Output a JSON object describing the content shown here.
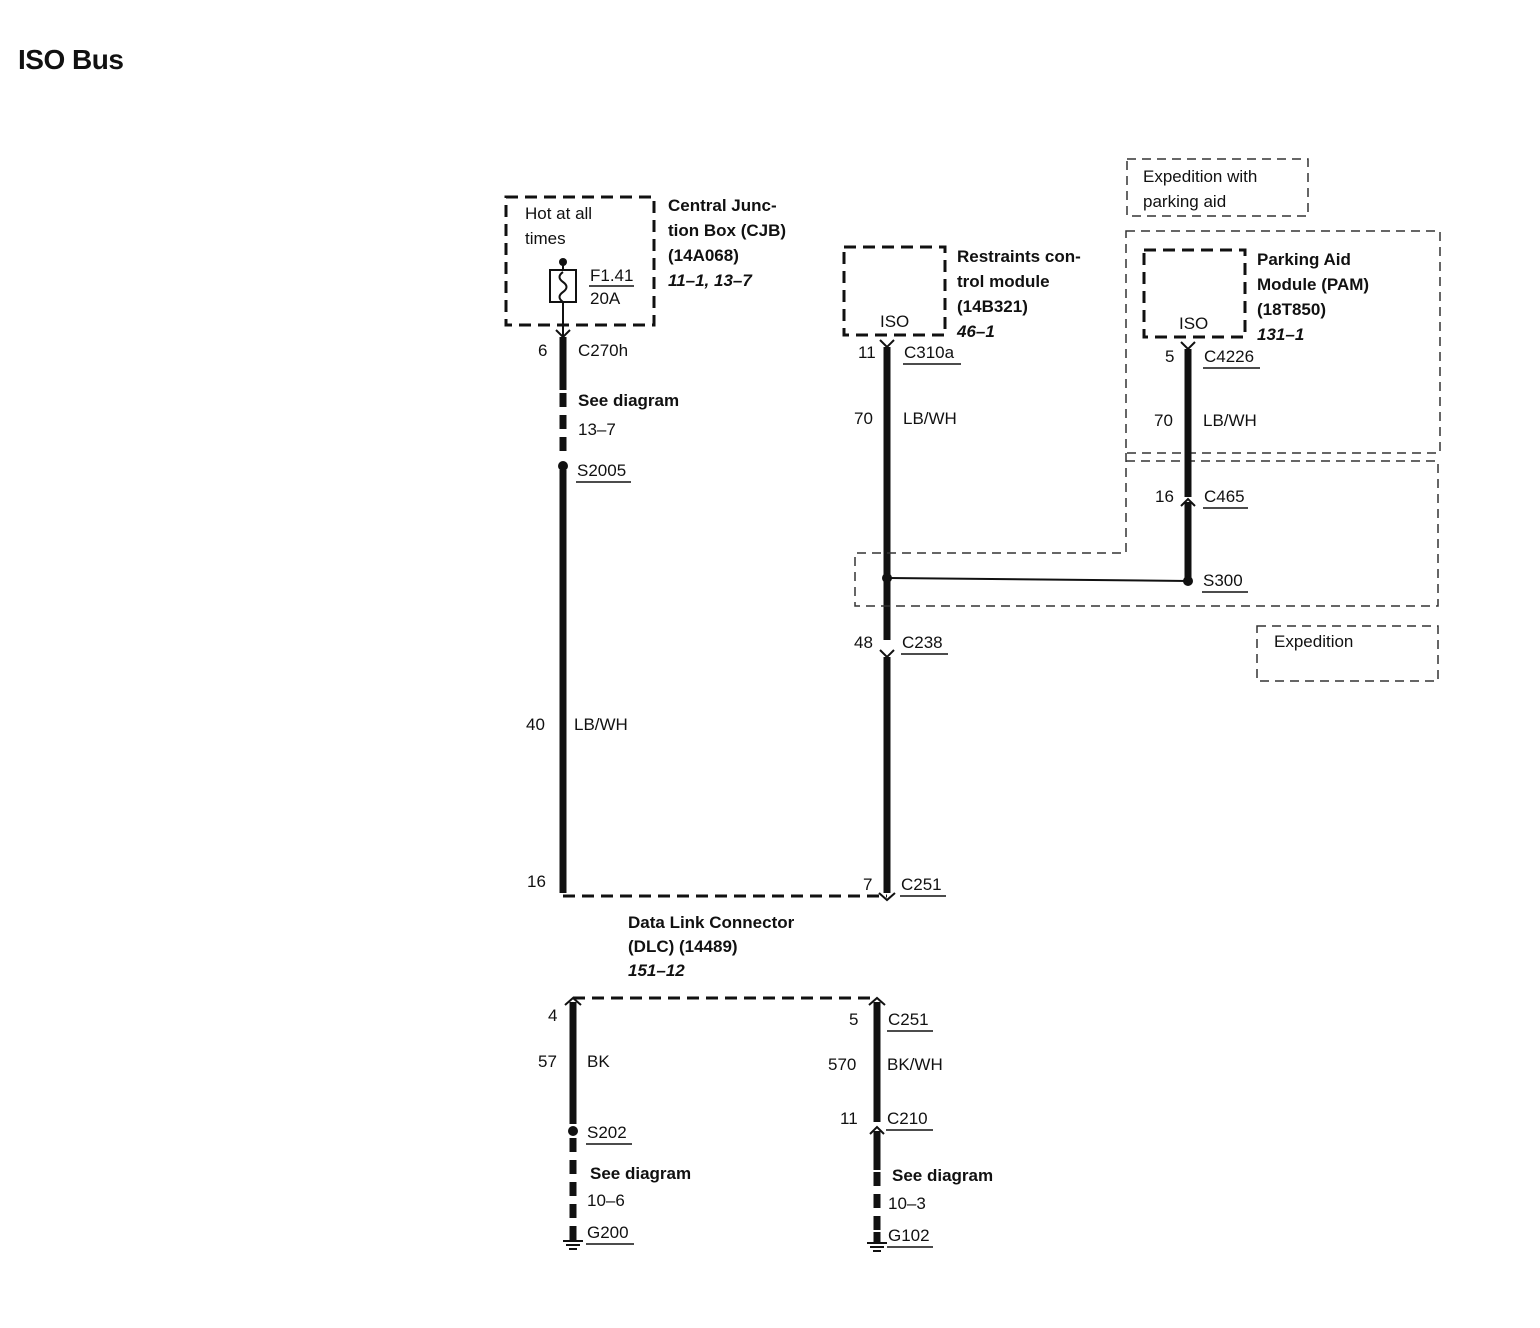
{
  "title": "ISO Bus",
  "cjb": {
    "hot": [
      "Hot at all",
      "times"
    ],
    "fuse_id": "F1.41",
    "fuse_amp": "20A",
    "name": [
      "Central Junc-",
      "tion Box (CJB)",
      "(14A068)"
    ],
    "ref": "11–1, 13–7"
  },
  "left_wire": {
    "pin_top": "6",
    "conn_top": "C270h",
    "see_label": "See diagram",
    "see_ref": "13–7",
    "splice": "S2005",
    "circuit": "40",
    "color": "LB/WH",
    "pin_dlc": "16"
  },
  "rcm": {
    "iso": "ISO",
    "name": [
      "Restraints con-",
      "trol module",
      "(14B321)"
    ],
    "ref": "46–1"
  },
  "mid_wire": {
    "pin_top": "11",
    "conn_top": "C310a",
    "circuit": "70",
    "color": "LB/WH",
    "pin_c238": "48",
    "conn_c238": "C238",
    "pin_dlc": "7",
    "conn_dlc": "C251"
  },
  "pam": {
    "option": [
      "Expedition with",
      "parking aid"
    ],
    "iso": "ISO",
    "name": [
      "Parking Aid",
      "Module (PAM)",
      "(18T850)"
    ],
    "ref": "131–1"
  },
  "right_wire": {
    "pin_top": "5",
    "conn_top": "C4226",
    "circuit": "70",
    "color": "LB/WH",
    "pin_c465": "16",
    "conn_c465": "C465",
    "splice": "S300"
  },
  "expedition_label": "Expedition",
  "dlc": {
    "name": [
      "Data Link Connector",
      "(DLC) (14489)"
    ],
    "ref": "151–12"
  },
  "ground_left": {
    "pin": "4",
    "circuit": "57",
    "color": "BK",
    "splice": "S202",
    "see_label": "See diagram",
    "see_ref": "10–6",
    "ground": "G200"
  },
  "ground_right": {
    "pin": "5",
    "conn": "C251",
    "circuit": "570",
    "color": "BK/WH",
    "pin_c210": "11",
    "conn_c210": "C210",
    "see_label": "See diagram",
    "see_ref": "10–3",
    "ground": "G102"
  }
}
